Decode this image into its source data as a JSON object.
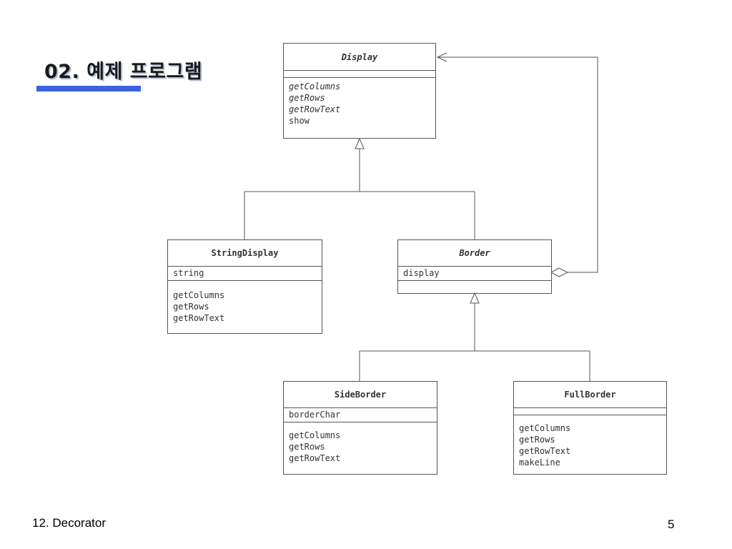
{
  "slide": {
    "title": "02. 예제 프로그램",
    "footer_left": "12. Decorator",
    "page_number": "5",
    "accent_color": "#3c64e0"
  },
  "classes": {
    "display": {
      "name": "Display",
      "attributes": [],
      "operations": [
        "getColumns",
        "getRows",
        "getRowText",
        "show"
      ]
    },
    "string_display": {
      "name": "StringDisplay",
      "attributes": [
        "string"
      ],
      "operations": [
        "getColumns",
        "getRows",
        "getRowText"
      ]
    },
    "border": {
      "name": "Border",
      "attributes": [
        "display"
      ],
      "operations": []
    },
    "side_border": {
      "name": "SideBorder",
      "attributes": [
        "borderChar"
      ],
      "operations": [
        "getColumns",
        "getRows",
        "getRowText"
      ]
    },
    "full_border": {
      "name": "FullBorder",
      "attributes": [],
      "operations": [
        "getColumns",
        "getRows",
        "getRowText",
        "makeLine"
      ]
    }
  },
  "relations": [
    {
      "type": "generalization",
      "from": "StringDisplay",
      "to": "Display"
    },
    {
      "type": "generalization",
      "from": "Border",
      "to": "Display"
    },
    {
      "type": "generalization",
      "from": "SideBorder",
      "to": "Border"
    },
    {
      "type": "generalization",
      "from": "FullBorder",
      "to": "Border"
    },
    {
      "type": "aggregation",
      "from": "Border",
      "to": "Display"
    }
  ]
}
